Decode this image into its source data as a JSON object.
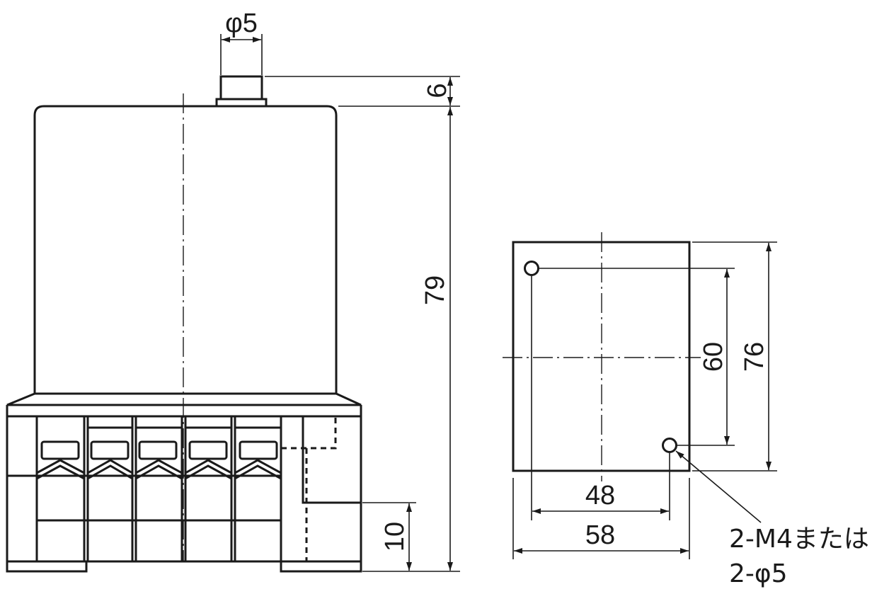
{
  "side_view": {
    "pin_diameter": "φ5",
    "pin_height": "6",
    "total_height": "79",
    "terminal_height": "10"
  },
  "mount_view": {
    "hole_pitch_vertical": "60",
    "base_height": "76",
    "hole_pitch_horizontal": "48",
    "base_width": "58",
    "hole_note_line1": "2-M4または",
    "hole_note_line2": "2-φ5"
  },
  "colors": {
    "line": "#1a1a1a",
    "background": "#ffffff"
  }
}
